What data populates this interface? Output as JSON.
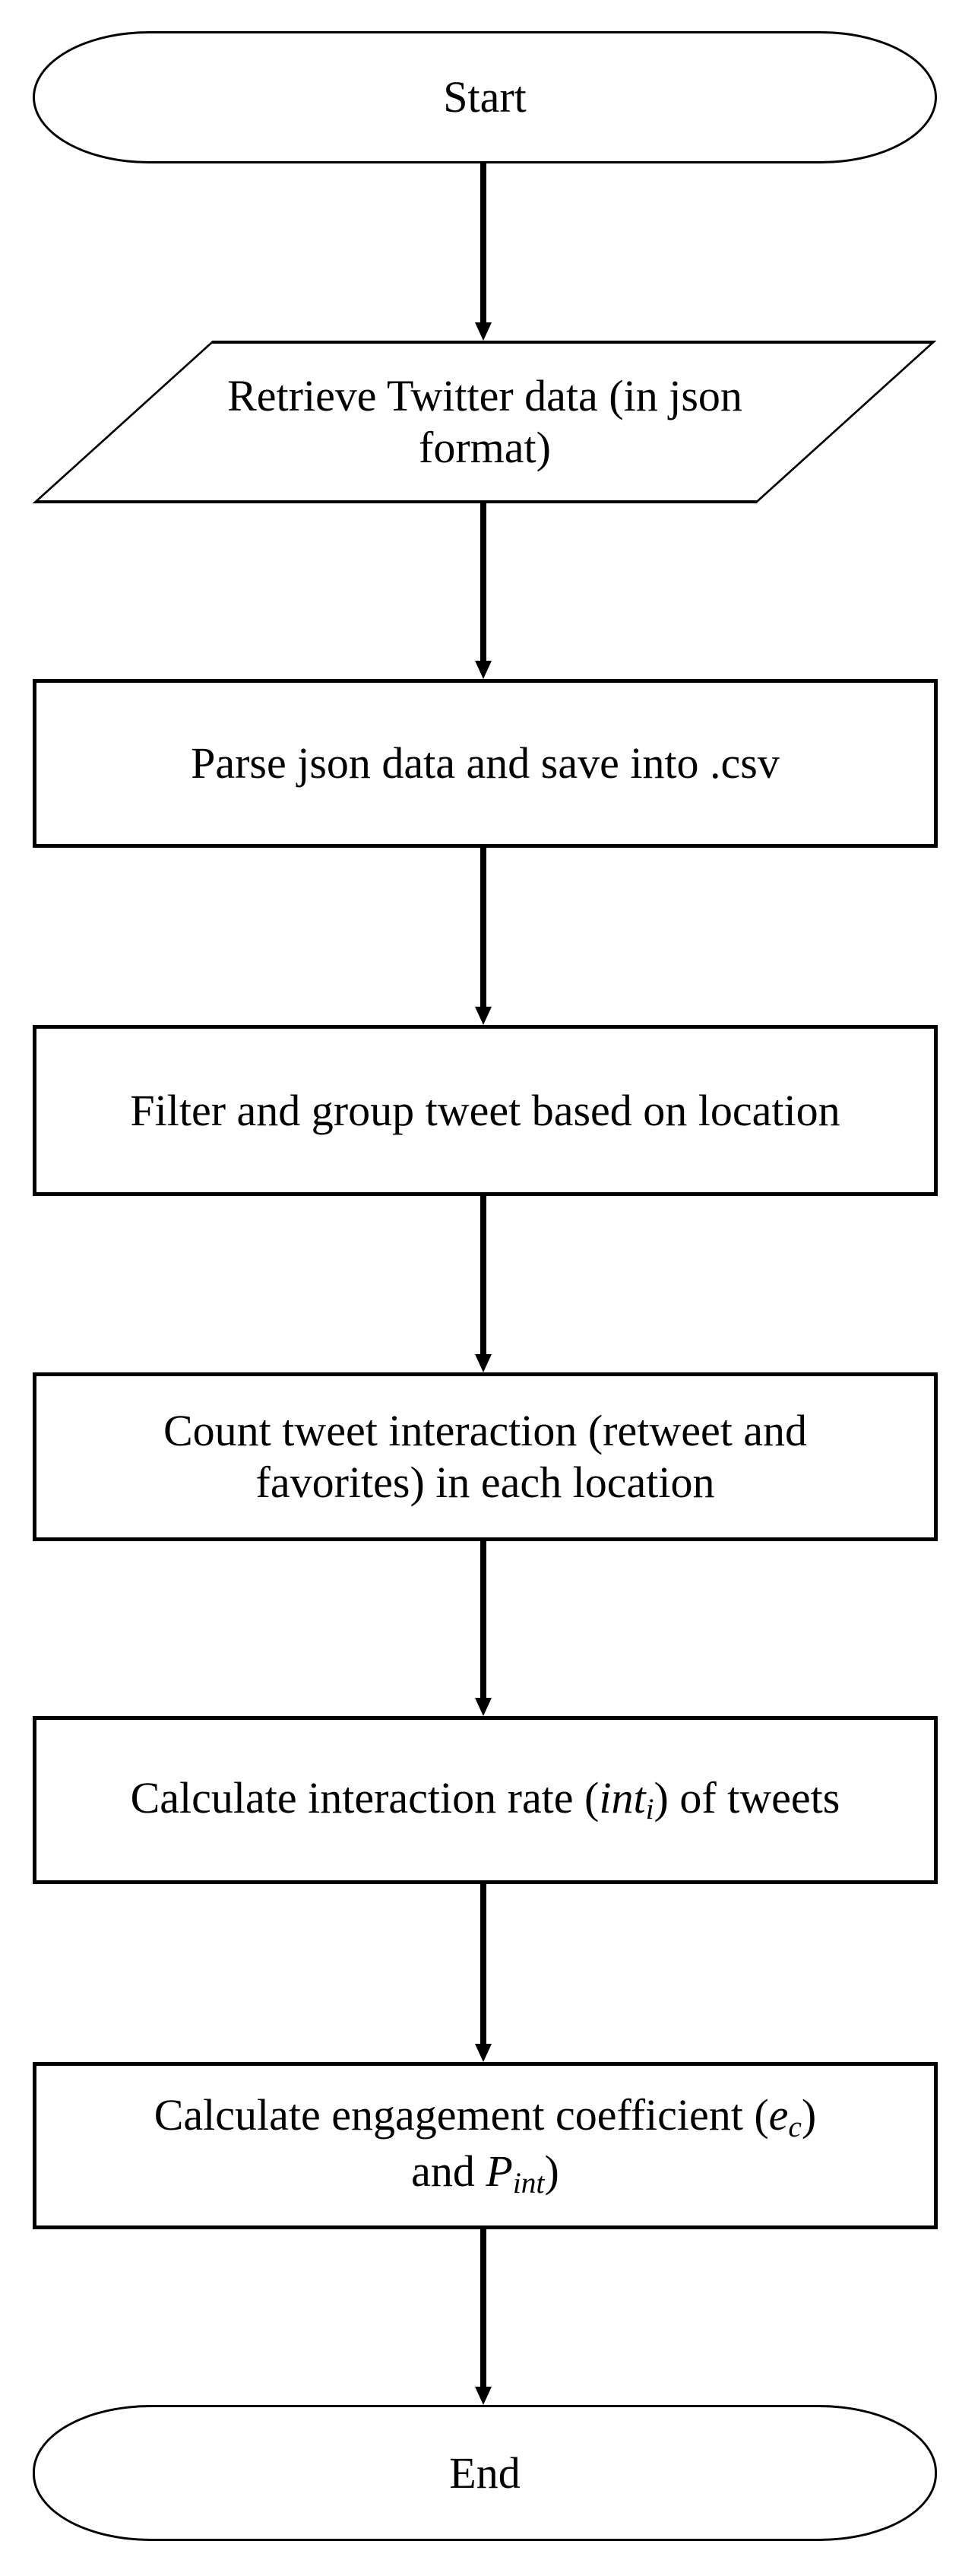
{
  "diagram": {
    "type": "flowchart",
    "direction": "top-down",
    "colors": {
      "stroke": "#000000",
      "fill": "#ffffff",
      "background": "#ffffff",
      "text": "#000000"
    },
    "nodes": {
      "start": {
        "shape": "terminator",
        "label": "Start"
      },
      "retrieve": {
        "shape": "parallelogram",
        "line1": "Retrieve Twitter data (in json",
        "line2": "format)"
      },
      "parse": {
        "shape": "process",
        "label": "Parse json data and save into .csv"
      },
      "filter": {
        "shape": "process",
        "label": "Filter and group tweet based on location"
      },
      "count": {
        "shape": "process",
        "line1": "Count tweet interaction (retweet and",
        "line2": "favorites) in each location"
      },
      "rate": {
        "shape": "process",
        "prefix": "Calculate interaction rate (",
        "math_var": "int",
        "math_sub": "i",
        "suffix": ") of tweets"
      },
      "engagement": {
        "shape": "process",
        "line1_prefix": "Calculate engagement coefficient (",
        "line1_math_var": "e",
        "line1_math_sub": "c",
        "line1_suffix": ")",
        "line2_prefix": "and ",
        "line2_math_var": "P",
        "line2_math_sub": "int",
        "line2_suffix": ")"
      },
      "end": {
        "shape": "terminator",
        "label": "End"
      }
    },
    "edges": [
      {
        "from": "start",
        "to": "retrieve"
      },
      {
        "from": "retrieve",
        "to": "parse"
      },
      {
        "from": "parse",
        "to": "filter"
      },
      {
        "from": "filter",
        "to": "count"
      },
      {
        "from": "count",
        "to": "rate"
      },
      {
        "from": "rate",
        "to": "engagement"
      },
      {
        "from": "engagement",
        "to": "end"
      }
    ]
  }
}
